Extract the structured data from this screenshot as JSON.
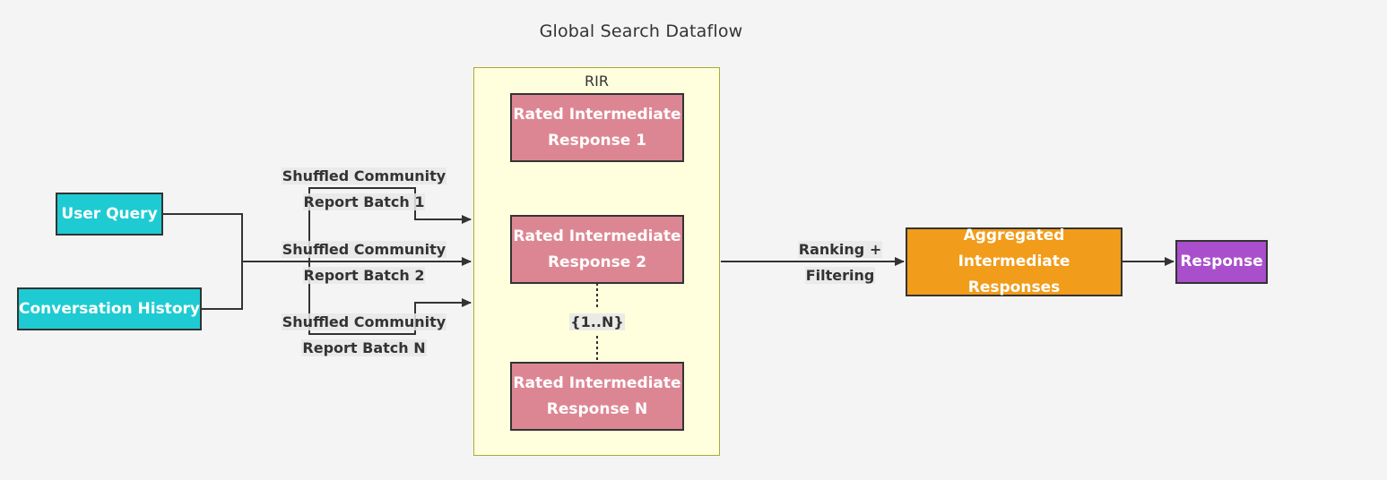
{
  "title": "Global Search Dataflow",
  "cluster": {
    "label": "RIR"
  },
  "nodes": {
    "user_query": "User Query",
    "conversation_history": "Conversation History",
    "rir_1": [
      "Rated Intermediate",
      "Response 1"
    ],
    "rir_2": [
      "Rated Intermediate",
      "Response 2"
    ],
    "rir_n": [
      "Rated Intermediate",
      "Response N"
    ],
    "aggregated": [
      "Aggregated Intermediate",
      "Responses"
    ],
    "response": "Response"
  },
  "edges": {
    "batch_1": [
      "Shuffled Community",
      "Report Batch 1"
    ],
    "batch_2": [
      "Shuffled Community",
      "Report Batch 2"
    ],
    "batch_n": [
      "Shuffled Community",
      "Report Batch N"
    ],
    "range": "{1..N}",
    "ranking": [
      "Ranking +",
      "Filtering"
    ]
  },
  "colors": {
    "input": "#1ecbd2",
    "rir": "#dd8693",
    "aggregated": "#f19c1a",
    "response": "#a94fcc",
    "cluster_fill": "#ffffde",
    "cluster_border": "#aaaa33"
  }
}
